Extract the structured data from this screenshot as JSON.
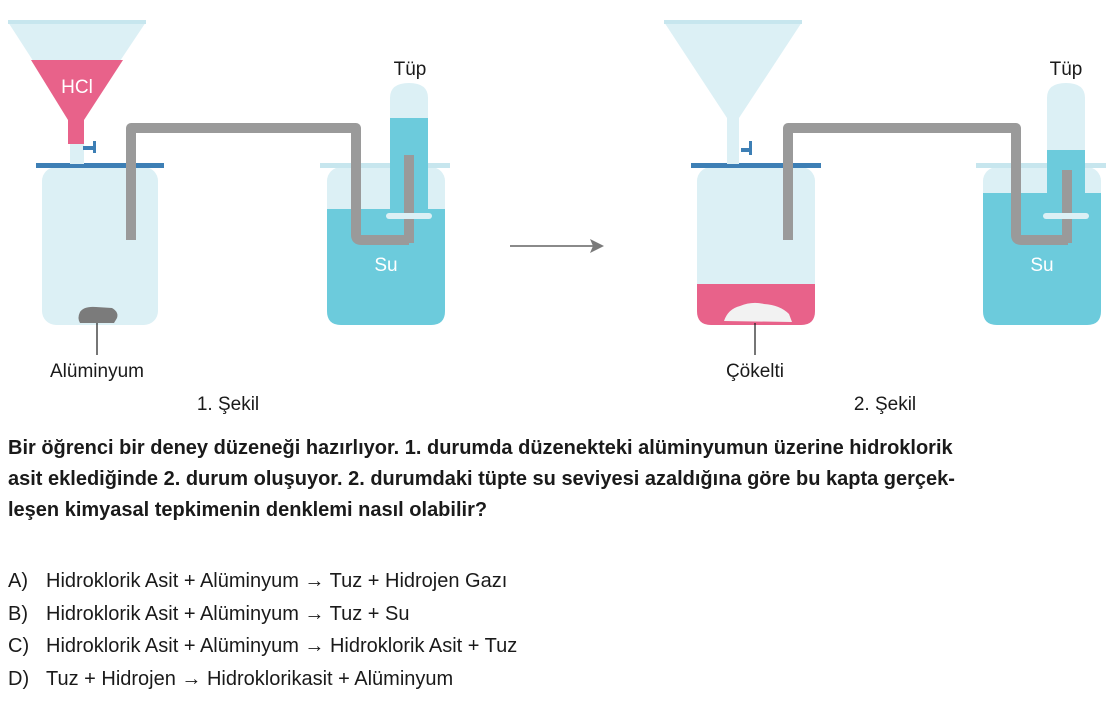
{
  "figure1": {
    "funnel_label": "HCl",
    "tube_label": "Tüp",
    "water_label": "Su",
    "solid_label": "Alüminyum",
    "caption": "1. Şekil"
  },
  "figure2": {
    "tube_label": "Tüp",
    "water_label": "Su",
    "solid_label": "Çökelti",
    "caption": "2. Şekil"
  },
  "question": {
    "lines": [
      "Bir öğrenci bir deney düzeneği hazırlıyor. 1. durumda düzenekteki alüminyumun üzerine hidroklorik",
      "asit eklediğinde 2. durum oluşuyor. 2. durumdaki tüpte su seviyesi azaldığına göre bu kapta gerçek-",
      "leşen kimyasal tepkimenin denklemi nasıl olabilir?"
    ]
  },
  "options": [
    {
      "letter": "A)",
      "text": "Hidroklorik Asit + Alüminyum → Tuz + Hidrojen Gazı"
    },
    {
      "letter": "B)",
      "text": "Hidroklorik Asit + Alüminyum → Tuz + Su"
    },
    {
      "letter": "C)",
      "text": "Hidroklorik Asit + Alüminyum → Hidroklorik Asit + Tuz"
    },
    {
      "letter": "D)",
      "text": "Tuz + Hidrojen → Hidroklorikasit + Alüminyum"
    }
  ],
  "colors": {
    "beaker_glass": "#dcf0f5",
    "water": "#6ccbdc",
    "acid": "#e8628a",
    "pipe": "#9a9a9a",
    "lid": "#3d7fb5"
  }
}
